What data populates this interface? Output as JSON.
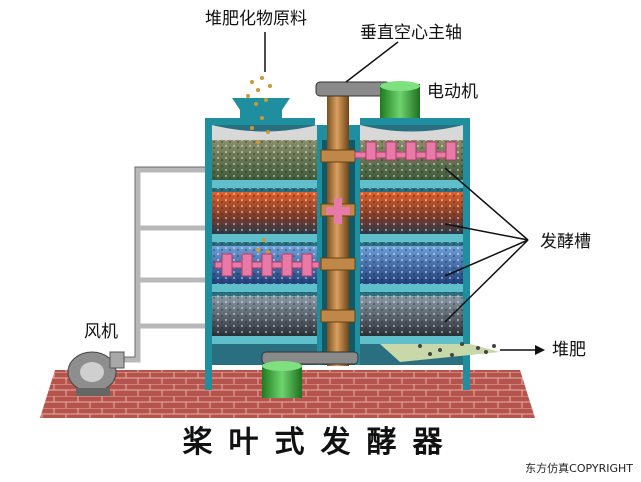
{
  "labels": {
    "raw_material": "堆肥化物原料",
    "main_shaft": "垂直空心主轴",
    "motor": "电动机",
    "fermentation_tank": "发酵槽",
    "blower": "风机",
    "compost": "堆肥"
  },
  "title": "桨叶式发酵器",
  "copyright": "东方仿真COPYRIGHT",
  "colors": {
    "tank_wall": "#1f8fa0",
    "tank_inner": "#2a6f80",
    "shaft": "#b07a3a",
    "paddle": "#e87aa8",
    "motor": "#3aa83a",
    "brick": "#b8524a",
    "pipe": "#b8b8b8"
  }
}
